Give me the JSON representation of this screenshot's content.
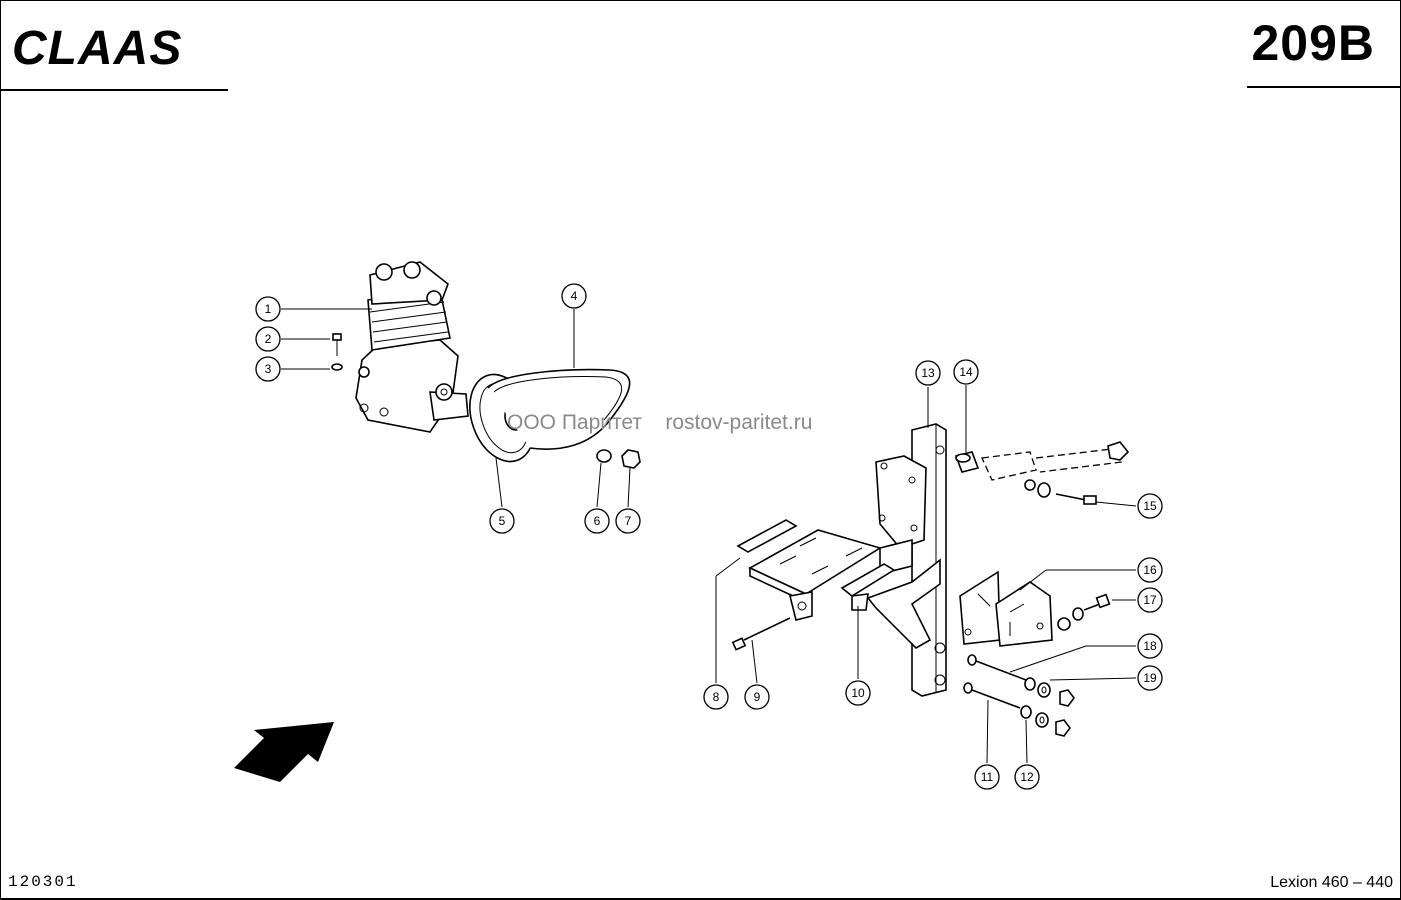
{
  "header": {
    "brand": "CLAAS",
    "sheet": "209B"
  },
  "footer": {
    "doc_number": "120301",
    "model": "Lexion 460 – 440"
  },
  "watermark": {
    "text": "ООО Паритет    rostov-paritet.ru"
  },
  "callouts": [
    "1",
    "2",
    "3",
    "4",
    "5",
    "6",
    "7",
    "8",
    "9",
    "10",
    "11",
    "12",
    "13",
    "14",
    "15",
    "16",
    "17",
    "18",
    "19"
  ]
}
